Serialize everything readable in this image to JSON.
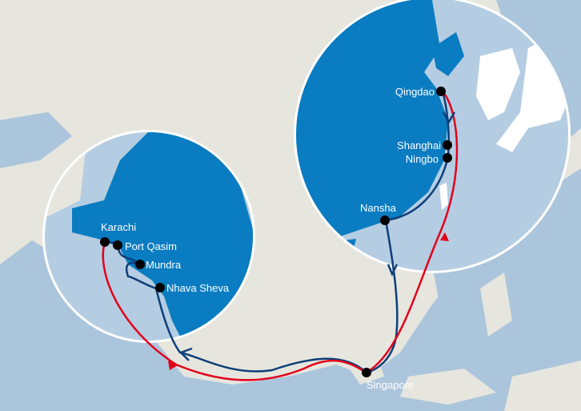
{
  "map": {
    "colors": {
      "land": "#e6e6de",
      "sea": "#abc5dc",
      "focus_land": "#0a7cc1",
      "focus_sea": "#b5cde2",
      "route_blue": "#0d3f7a",
      "route_red": "#e3001b",
      "port": "#000000"
    },
    "ports": {
      "qingdao": "Qingdao",
      "shanghai": "Shanghai",
      "ningbo": "Ningbo",
      "nansha": "Nansha",
      "singapore": "Singapore",
      "karachi": "Karachi",
      "port_qasim": "Port Qasim",
      "mundra": "Mundra",
      "nhava_sheva": "Nhava Sheva"
    }
  }
}
